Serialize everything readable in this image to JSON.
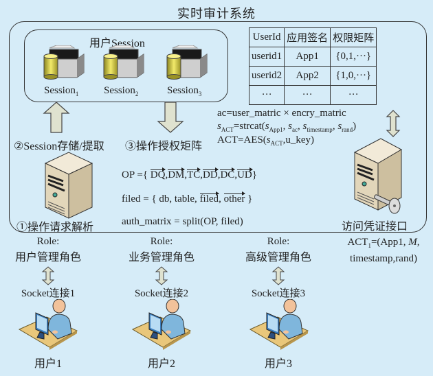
{
  "title": "实时审计系统",
  "session_box": {
    "title": "用户Session",
    "sessions": [
      {
        "name": "Session",
        "sub": "1"
      },
      {
        "name": "Session",
        "sub": "2"
      },
      {
        "name": "Session",
        "sub": "3"
      }
    ]
  },
  "steps": {
    "step1": "①操作请求解析",
    "step2": "②Session存储/提取",
    "step3": "③操作授权矩阵"
  },
  "table": {
    "headers": [
      "UserId",
      "应用签名",
      "权限矩阵"
    ],
    "rows": [
      [
        "userid1",
        "App1",
        "{0,1,···}"
      ],
      [
        "userid2",
        "App2",
        "{1,0,···}"
      ],
      [
        "···",
        "···",
        "···"
      ]
    ]
  },
  "formulas": {
    "ac": "ac=user_matric × encry_matric",
    "sact_lhs": "s",
    "sact_lhs_sub": "ACT",
    "sact_eq": "=strcat(",
    "sact_args": [
      {
        "s": "s",
        "sub": "App1"
      },
      {
        "s": "s",
        "sub": "ac"
      },
      {
        "s": "s",
        "sub": "timestamp"
      },
      {
        "s": "s",
        "sub": "rand"
      }
    ],
    "act_prefix": "ACT=AES(",
    "act_s": "s",
    "act_s_sub": "ACT",
    "act_suffix": ",u_key)"
  },
  "op": {
    "prefix": "OP ={",
    "items": [
      "DQ",
      "DM",
      "TC",
      "DD",
      "DC",
      "UD"
    ],
    "suffix": "}"
  },
  "filed": {
    "prefix": "filed = { db, table,",
    "vec1": "filed",
    "vec2": "other",
    "suffix": "}"
  },
  "auth_matrix": "auth_matrix = split(OP, filed)",
  "access_interface": "访问凭证接口",
  "act1": {
    "line1_a": "ACT",
    "line1_sub": "1",
    "line1_b": "=(App1, ",
    "line1_m": "M",
    "line1_c": ",",
    "line2": "timestamp,rand)"
  },
  "users": [
    {
      "role_label": "Role:",
      "role": "用户管理角色",
      "socket": "Socket连接1",
      "name": "用户1"
    },
    {
      "role_label": "Role:",
      "role": "业务管理角色",
      "socket": "Socket连接2",
      "name": "用户2"
    },
    {
      "role_label": "Role:",
      "role": "高级管理角色",
      "socket": "Socket连接3",
      "name": "用户3"
    }
  ],
  "colors": {
    "background": "#d6ecf8",
    "arrow_fill": "#dfe2cf",
    "db_yellow": "#e6d84a",
    "server_beige": "#e7dcc4",
    "person_blue": "#7fb6dc",
    "desk_tan": "#e9c77b"
  }
}
